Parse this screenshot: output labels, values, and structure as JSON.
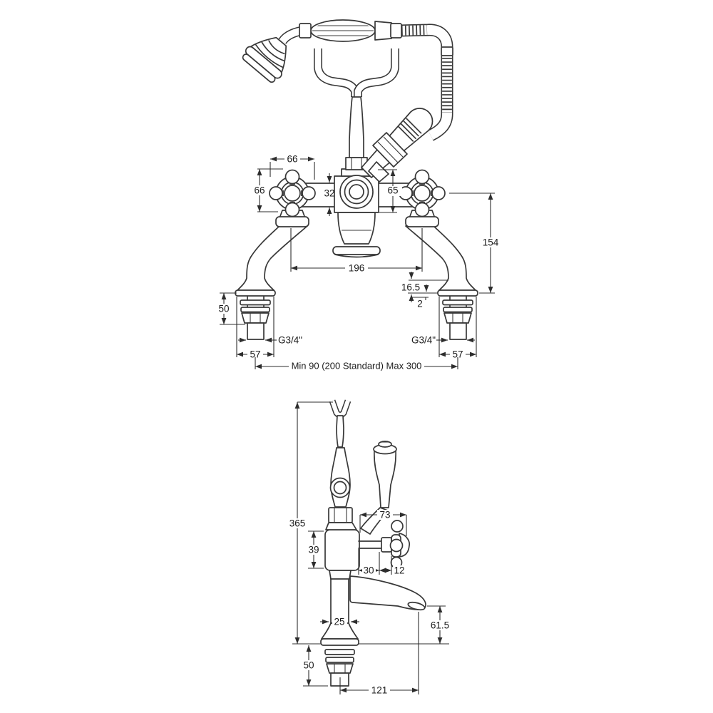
{
  "front": {
    "dims": {
      "handle_width": "66",
      "handle_height": "66",
      "body_height": "32",
      "center_height": "65",
      "overall_height": "154",
      "valve_centres": "196",
      "deck_max": "16.5",
      "washer": "2",
      "shank_length": "50",
      "thread_left": "G3/4\"",
      "thread_right": "G3/4\"",
      "base_width_left": "57",
      "base_width_right": "57",
      "inlet_centres": "Min 90 (200 Standard) Max 300"
    }
  },
  "side": {
    "dims": {
      "overall_height": "365",
      "body_height": "39",
      "handle_reach": "73",
      "offset_a": "30",
      "offset_b": "12",
      "pipe_width": "25",
      "spout_clearance": "61.5",
      "shank_length": "50",
      "spout_reach": "121"
    }
  },
  "colors": {
    "background": "#ffffff",
    "line": "#383838",
    "dimension": "#2d2d2d",
    "text": "#1b1b1b"
  }
}
